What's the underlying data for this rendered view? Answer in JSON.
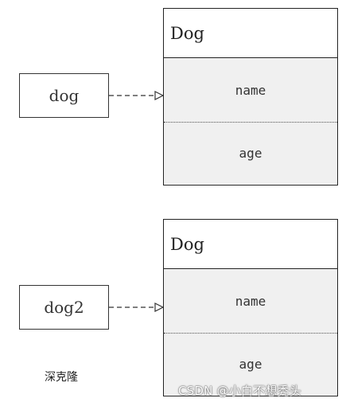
{
  "diagram": {
    "first": {
      "reference_label": "dog",
      "object_title": "Dog",
      "fields": [
        "name",
        "age"
      ]
    },
    "second": {
      "reference_label": "dog2",
      "object_title": "Dog",
      "fields": [
        "name",
        "age"
      ]
    }
  },
  "caption": "深克隆",
  "watermark": "CSDN @小白不想秃头"
}
